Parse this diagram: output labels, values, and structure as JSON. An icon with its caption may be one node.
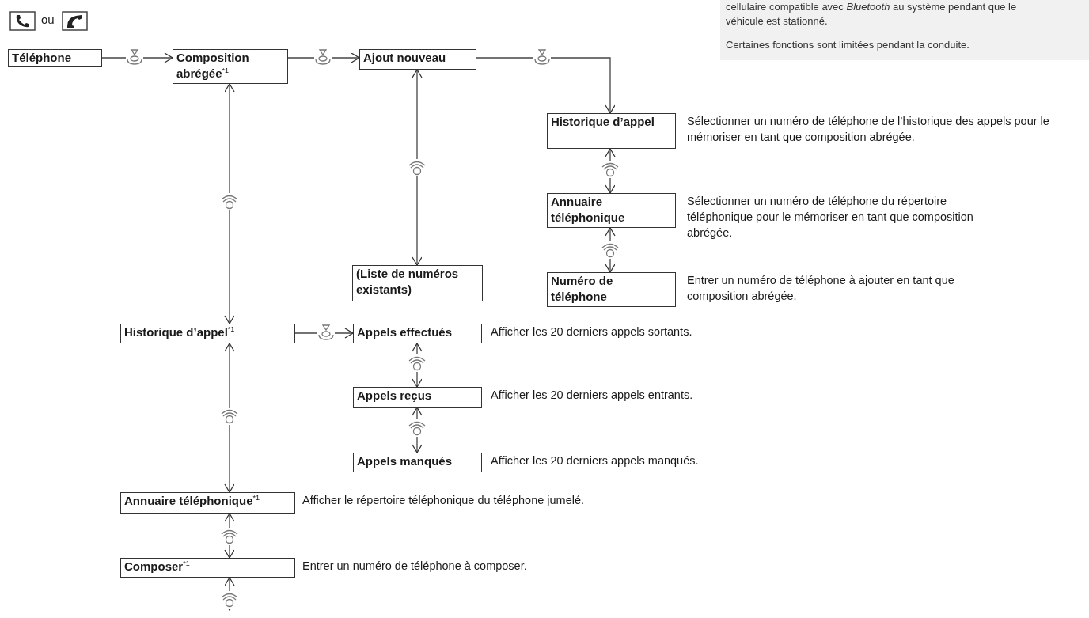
{
  "diagram": {
    "nodes": [
      {
        "text": [
          "Téléphone"
        ]
      },
      {
        "text": [
          "Composition abrégée$^{*1}$"
        ]
      },
      {
        "text": [
          "Ajout nouveau"
        ]
      },
      {
        "text": [
          "Historique d’appel"
        ],
        "beside": [
          "Sélectionner un numéro de téléphone de l’historique des appels pour le mémoriser en tant que composition abrégée."
        ]
      },
      {
        "text": [
          "Annuaire téléphonique"
        ],
        "beside": [
          "Sélectionner un numéro de téléphone du répertoire téléphonique pour le mémoriser en tant que composition abrégée."
        ]
      },
      {
        "text": [
          "Numéro de téléphone"
        ],
        "beside": [
          "Entrer un numéro de téléphone à ajouter en tant que composition abrégée."
        ]
      },
      {
        "text": [
          "(Liste de numéros existants)"
        ]
      },
      {
        "text": [
          "Historique d’appel$^{*1}$"
        ]
      },
      {
        "text": [
          "Appels effectués"
        ],
        "beside": [
          "Afficher les 20 derniers appels sortants."
        ]
      },
      {
        "text": [
          "Appels reçus"
        ],
        "beside": [
          "Afficher les 20 derniers appels entrants."
        ]
      },
      {
        "text": [
          "Appels manqués"
        ],
        "beside": [
          "Afficher les 20 derniers appels manqués."
        ]
      },
      {
        "text": [
          "Annuaire téléphonique$^{*1}$"
        ],
        "beside": [
          "Afficher le répertoire téléphonique du téléphone jumelé."
        ]
      },
      {
        "text": [
          "Composer$^{*1}$"
        ],
        "beside": [
          "Entrer un numéro de téléphone à composer."
        ]
      }
    ],
    "edges": [
      {
        "from": 0,
        "to": 1,
        "arrow": "to"
      },
      {
        "from": 1,
        "to": 2,
        "arrow": "to"
      },
      {
        "from": 2,
        "to": 3,
        "arrow": "to"
      },
      {
        "from": 1,
        "to": 7,
        "arrow": "both"
      },
      {
        "from": 2,
        "to": 6,
        "arrow": "both"
      },
      {
        "from": 3,
        "to": 4,
        "arrow": "both"
      },
      {
        "from": 4,
        "to": 5,
        "arrow": "both"
      },
      {
        "from": 7,
        "to": 8,
        "arrow": "to"
      },
      {
        "from": 8,
        "to": 9,
        "arrow": "both"
      },
      {
        "from": 9,
        "to": 10,
        "arrow": "both"
      },
      {
        "from": 7,
        "to": 11,
        "arrow": "both"
      },
      {
        "from": 11,
        "to": 12,
        "arrow": "both"
      },
      {
        "from": 12,
        "to": null,
        "arrow": "both"
      }
    ],
    "labels": [
      "ou",
      "cellulaire compatible avec *Bluetooth* au système pendant que le véhicule est stationné.",
      "Certaines fonctions sont limitées pendant la conduite."
    ]
  }
}
